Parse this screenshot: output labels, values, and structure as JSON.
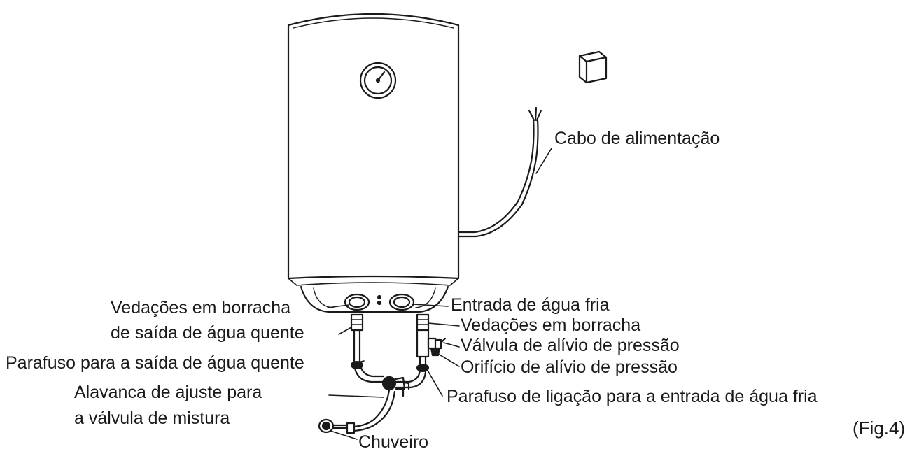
{
  "labels": {
    "power_cable": "Cabo de alimentação",
    "hot_seal_line1": "Vedações em borracha",
    "hot_seal_line2": "de saída de água quente",
    "hot_outlet_screw": "Parafuso para a saída de água quente",
    "mix_lever_line1": "Alavanca de ajuste para",
    "mix_lever_line2": "a válvula de mistura",
    "shower": "Chuveiro",
    "cold_inlet": "Entrada de água fria",
    "cold_seal": "Vedações em borracha",
    "relief_valve": "Válvula de alívio de pressão",
    "relief_hole": "Orifício de alívio de pressão",
    "cold_inlet_screw": "Parafuso de ligação para a entrada de água fria",
    "figure": "(Fig.4)"
  },
  "colors": {
    "line": "#1a1a1a",
    "background": "#ffffff"
  }
}
